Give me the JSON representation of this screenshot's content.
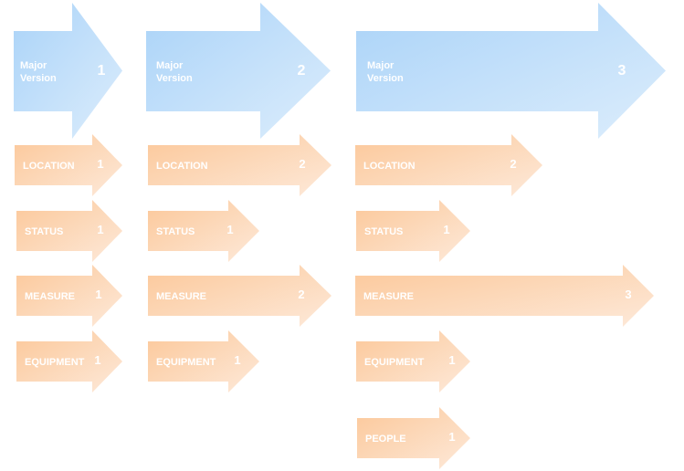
{
  "colors": {
    "major_start": "#aad3f8",
    "major_end": "#dcedfc",
    "sub_start": "#fcc89a",
    "sub_end": "#fde9d9",
    "text": "#ffffff"
  },
  "columns": [
    {
      "major": {
        "label_line1": "Major",
        "label_line2": "Version",
        "number": "1"
      },
      "items": [
        {
          "label": "LOCATION",
          "number": "1"
        },
        {
          "label": "STATUS",
          "number": "1"
        },
        {
          "label": "MEASURE",
          "number": "1"
        },
        {
          "label": "EQUIPMENT",
          "number": "1"
        }
      ]
    },
    {
      "major": {
        "label_line1": "Major",
        "label_line2": "Version",
        "number": "2"
      },
      "items": [
        {
          "label": "LOCATION",
          "number": "2"
        },
        {
          "label": "STATUS",
          "number": "1"
        },
        {
          "label": "MEASURE",
          "number": "2"
        },
        {
          "label": "EQUIPMENT",
          "number": "1"
        }
      ]
    },
    {
      "major": {
        "label_line1": "Major",
        "label_line2": "Version",
        "number": "3"
      },
      "items": [
        {
          "label": "LOCATION",
          "number": "2"
        },
        {
          "label": "STATUS",
          "number": "1"
        },
        {
          "label": "MEASURE",
          "number": "3"
        },
        {
          "label": "EQUIPMENT",
          "number": "1"
        },
        {
          "label": "PEOPLE",
          "number": "1"
        }
      ]
    }
  ]
}
